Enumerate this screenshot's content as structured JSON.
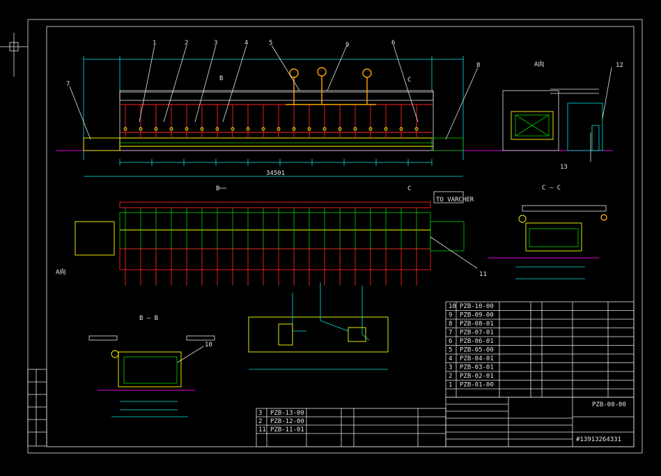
{
  "views": {
    "top_labels": [
      "1",
      "2",
      "3",
      "4",
      "5",
      "9",
      "6"
    ],
    "side_labels": {
      "left": "7",
      "right": "8",
      "r1": "12",
      "r2": "13",
      "r3": "11",
      "bb": "10"
    },
    "view_a": "A向",
    "view_b_marker": "B",
    "view_c_marker": "C",
    "section_bb": "B — B",
    "section_cc": "C — C",
    "to_varcher": "TO VARCHER",
    "overall_dim": "34501"
  },
  "parts_table": {
    "rows": [
      {
        "no": "10",
        "code": "PZB-10-00"
      },
      {
        "no": "9",
        "code": "PZB-09-00"
      },
      {
        "no": "8",
        "code": "PZB-08-01"
      },
      {
        "no": "7",
        "code": "PZB-07-01"
      },
      {
        "no": "6",
        "code": "PZB-06-01"
      },
      {
        "no": "5",
        "code": "PZB-05-00"
      },
      {
        "no": "4",
        "code": "PZB-04-01"
      },
      {
        "no": "3",
        "code": "PZB-03-01"
      },
      {
        "no": "2",
        "code": "PZB-02-01"
      },
      {
        "no": "1",
        "code": "PZB-01-00"
      }
    ]
  },
  "lower_table": {
    "rows": [
      {
        "no": "3",
        "code": "PZB-13-00"
      },
      {
        "no": "2",
        "code": "PZB-12-00"
      },
      {
        "no": "11",
        "code": "PZB-11-01"
      }
    ]
  },
  "title_block": {
    "drawing_no": "PZB-00-00",
    "phone": "#13913264331"
  }
}
